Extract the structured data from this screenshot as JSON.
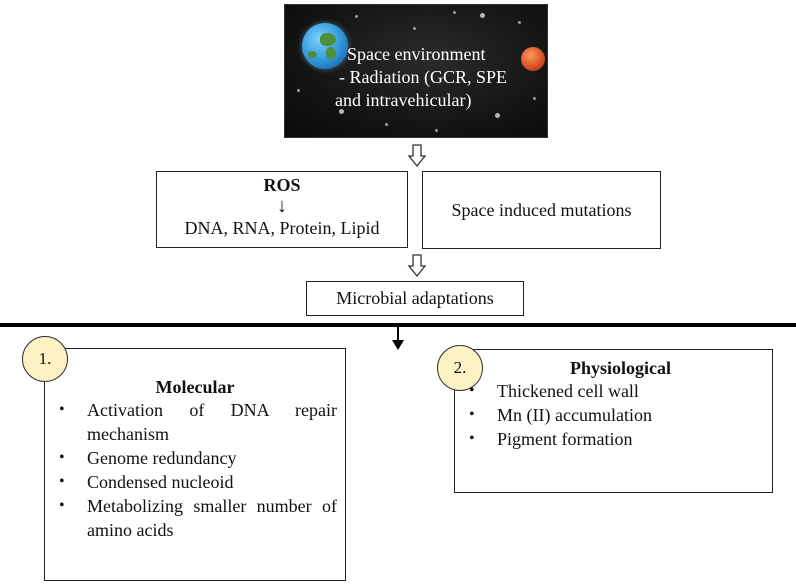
{
  "space": {
    "line1": "Space environment",
    "line2": "- Radiation (GCR, SPE",
    "line3": "and intravehicular)"
  },
  "ros": {
    "title": "ROS",
    "arrow": "↓",
    "targets": "DNA, RNA, Protein, Lipid"
  },
  "mutations": {
    "label": "Space induced mutations"
  },
  "adaptations": {
    "label": "Microbial adaptations"
  },
  "molecular": {
    "number": "1.",
    "title": "Molecular",
    "items": [
      "Activation of DNA repair mechanism",
      "Genome redundancy",
      "Condensed nucleoid",
      "Metabolizing smaller number of amino acids"
    ]
  },
  "physiological": {
    "number": "2.",
    "title": "Physiological",
    "items": [
      "Thickened cell wall",
      "Mn (II) accumulation",
      "Pigment formation"
    ]
  }
}
